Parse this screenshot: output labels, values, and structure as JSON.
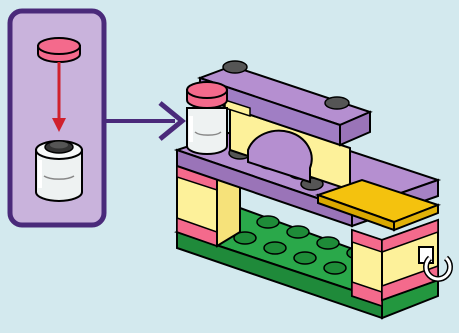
{
  "colors": {
    "background": "#d3e9ee",
    "callout_fill": "#c9b3dc",
    "callout_border": "#4a2a7a",
    "arrow_red": "#d0202c",
    "pink": "#f46a8c",
    "purple_lilac": "#b58fd0",
    "yellow_light": "#fdf19a",
    "gold": "#f4c20e",
    "green": "#2aa84a",
    "clear_brick": "#e8eeee",
    "outline": "#000000",
    "white": "#ffffff"
  },
  "callout": {
    "icons": [
      "pink-round-plate-icon",
      "down-arrow-icon",
      "clear-round-brick-icon"
    ]
  },
  "pointer": {
    "icon": "right-arrow-icon"
  },
  "model": {
    "icon": "lego-bed-model-icon",
    "parts": [
      "lilac-arch-top",
      "pink-trans-round-part",
      "lilac-plate-deck",
      "gold-tile",
      "yellow-pink-legs",
      "green-base-plate",
      "white-clip"
    ]
  }
}
